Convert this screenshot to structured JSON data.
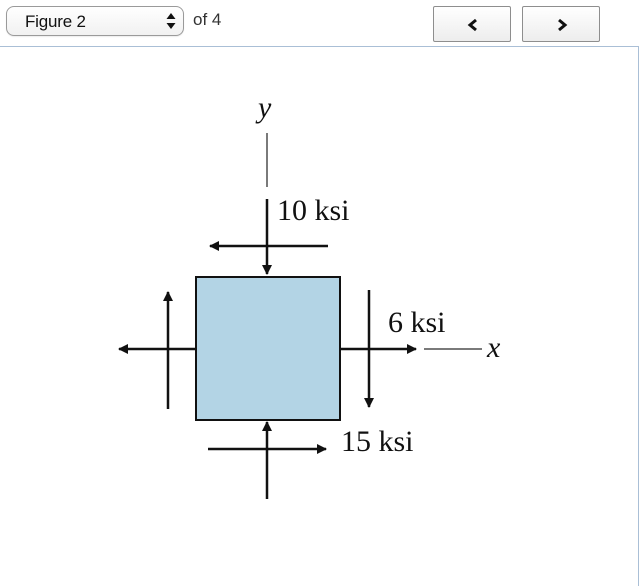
{
  "toolbar": {
    "figure_select": {
      "value": "Figure 2",
      "arrows_icon": "up-down-arrows-icon"
    },
    "of_text": "of 4",
    "prev_button": {
      "icon": "chevron-left-icon"
    },
    "next_button": {
      "icon": "chevron-right-icon"
    }
  },
  "figure": {
    "axis_y": "y",
    "axis_x": "x",
    "label_top": "10 ksi",
    "label_right": "6 ksi",
    "label_bottom": "15 ksi",
    "element_fill": "#b3d4e5",
    "stroke_color": "#111111",
    "axis_color": "#7a7a7a"
  }
}
